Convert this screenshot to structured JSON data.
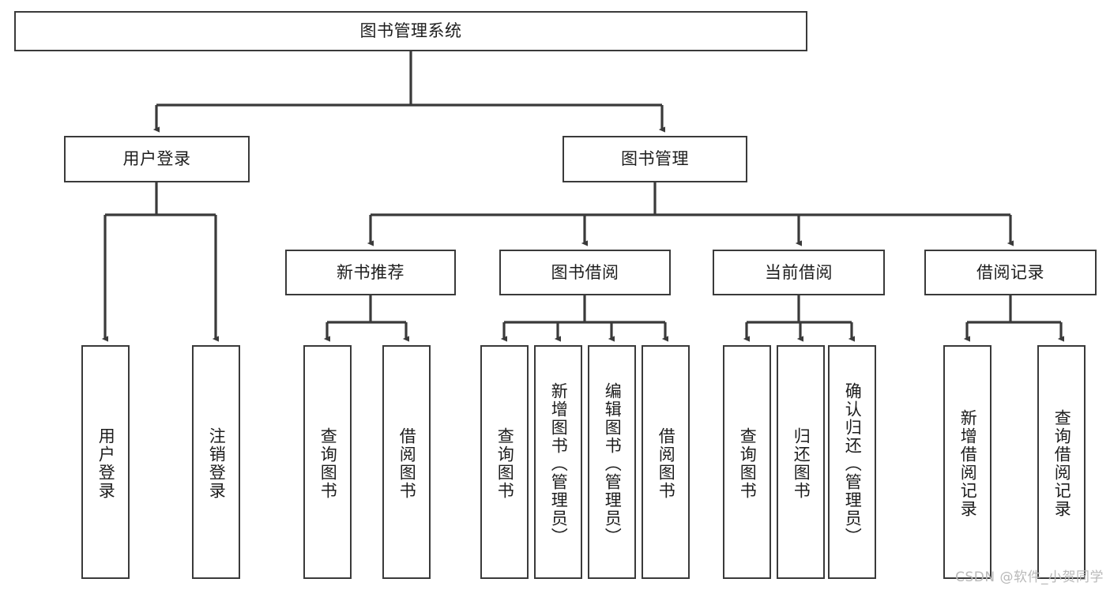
{
  "diagram": {
    "title": "图书管理系统",
    "type": "hierarchy-tree",
    "watermark": "CSDN @软件_小贺同学",
    "line_color": "#3a3a3a",
    "box_border_color": "#3a3a3a",
    "box_fill_color": "#ffffff",
    "text_color": "#1d1d1d",
    "background_color": "#ffffff"
  },
  "nodes": {
    "root": {
      "label": "图书管理系统",
      "level": 0,
      "orientation": "horizontal"
    },
    "l1": [
      {
        "id": "user-login",
        "label": "用户登录",
        "level": 1,
        "orientation": "horizontal"
      },
      {
        "id": "book-manage",
        "label": "图书管理",
        "level": 1,
        "orientation": "horizontal"
      }
    ],
    "l2": [
      {
        "id": "new-book-recommend",
        "label": "新书推荐",
        "level": 2,
        "orientation": "horizontal",
        "parent": "book-manage"
      },
      {
        "id": "book-borrow",
        "label": "图书借阅",
        "level": 2,
        "orientation": "horizontal",
        "parent": "book-manage"
      },
      {
        "id": "current-borrow",
        "label": "当前借阅",
        "level": 2,
        "orientation": "horizontal",
        "parent": "book-manage"
      },
      {
        "id": "borrow-record",
        "label": "借阅记录",
        "level": 2,
        "orientation": "horizontal",
        "parent": "book-manage"
      }
    ],
    "leaves": [
      {
        "id": "leaf-user-login",
        "label": "用户登录",
        "parent": "user-login",
        "orientation": "vertical"
      },
      {
        "id": "leaf-logout-login",
        "label": "注销登录",
        "parent": "user-login",
        "orientation": "vertical"
      },
      {
        "id": "leaf-query-book-1",
        "label": "查询图书",
        "parent": "new-book-recommend",
        "orientation": "vertical"
      },
      {
        "id": "leaf-borrow-book-1",
        "label": "借阅图书",
        "parent": "new-book-recommend",
        "orientation": "vertical"
      },
      {
        "id": "leaf-query-book-2",
        "label": "查询图书",
        "parent": "book-borrow",
        "orientation": "vertical"
      },
      {
        "id": "leaf-add-book",
        "label": "新增图书（管理员）",
        "parent": "book-borrow",
        "orientation": "vertical"
      },
      {
        "id": "leaf-edit-book",
        "label": "编辑图书（管理员）",
        "parent": "book-borrow",
        "orientation": "vertical"
      },
      {
        "id": "leaf-borrow-book-2",
        "label": "借阅图书",
        "parent": "book-borrow",
        "orientation": "vertical"
      },
      {
        "id": "leaf-query-book-3",
        "label": "查询图书",
        "parent": "current-borrow",
        "orientation": "vertical"
      },
      {
        "id": "leaf-return-book",
        "label": "归还图书",
        "parent": "current-borrow",
        "orientation": "vertical"
      },
      {
        "id": "leaf-confirm-return",
        "label": "确认归还（管理员）",
        "parent": "current-borrow",
        "orientation": "vertical"
      },
      {
        "id": "leaf-add-record",
        "label": "新增借阅记录",
        "parent": "borrow-record",
        "orientation": "vertical"
      },
      {
        "id": "leaf-query-record",
        "label": "查询借阅记录",
        "parent": "borrow-record",
        "orientation": "vertical"
      }
    ]
  }
}
